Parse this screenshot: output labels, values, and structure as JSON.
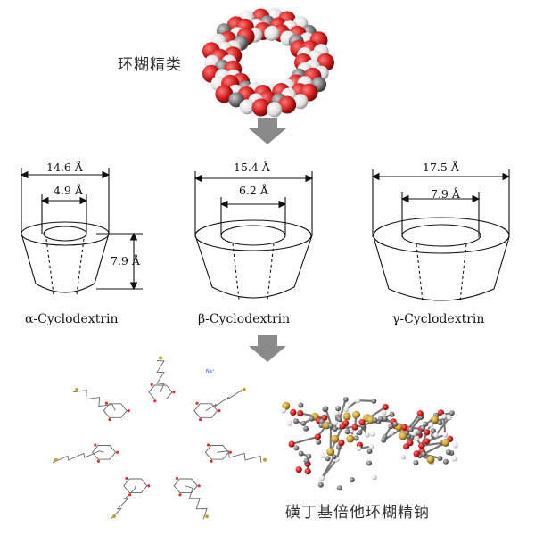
{
  "labels": {
    "cyclodextrins": "环糊精类",
    "sbe_cd": "磺丁基倍他环糊精钠"
  },
  "cups": [
    {
      "name": "α-Cyclodextrin",
      "outer": "14.6 Å",
      "inner": "4.9 Å",
      "height": "7.9 Å"
    },
    {
      "name": "β-Cyclodextrin",
      "outer": "15.4 Å",
      "inner": "6.2 Å"
    },
    {
      "name": "γ-Cyclodextrin",
      "outer": "17.5 Å",
      "inner": "7.9 Å"
    }
  ],
  "molecule_label": "Na⁺",
  "colors": {
    "oxygen": "#d42020",
    "hydrogen": "#e8e8e8",
    "carbon": "#6e6e6e",
    "sulfur": "#c8a030",
    "arrow": "#8a8a8a"
  }
}
